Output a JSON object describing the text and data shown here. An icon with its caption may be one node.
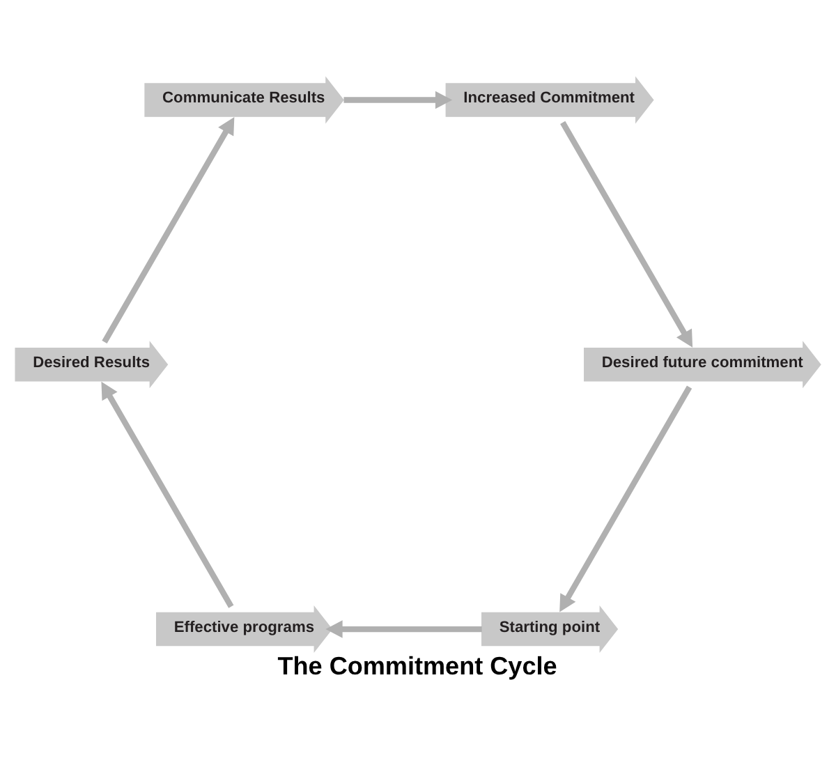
{
  "diagram": {
    "title": "The Commitment Cycle",
    "nodes": [
      {
        "text": [
          "Starting point"
        ]
      },
      {
        "text": [
          "Effective programs"
        ]
      },
      {
        "text": [
          "Desired Results"
        ]
      },
      {
        "text": [
          "Communicate Results"
        ]
      },
      {
        "text": [
          "Increased Commitment"
        ]
      },
      {
        "text": [
          "Desired future commitment"
        ]
      }
    ],
    "edges": [
      {
        "from": 0,
        "to": 1,
        "arrow": "to"
      },
      {
        "from": 1,
        "to": 2,
        "arrow": "to"
      },
      {
        "from": 2,
        "to": 3,
        "arrow": "to"
      },
      {
        "from": 3,
        "to": 4,
        "arrow": "to"
      },
      {
        "from": 4,
        "to": 5,
        "arrow": "to"
      },
      {
        "from": 5,
        "to": 0,
        "arrow": "to"
      }
    ]
  }
}
